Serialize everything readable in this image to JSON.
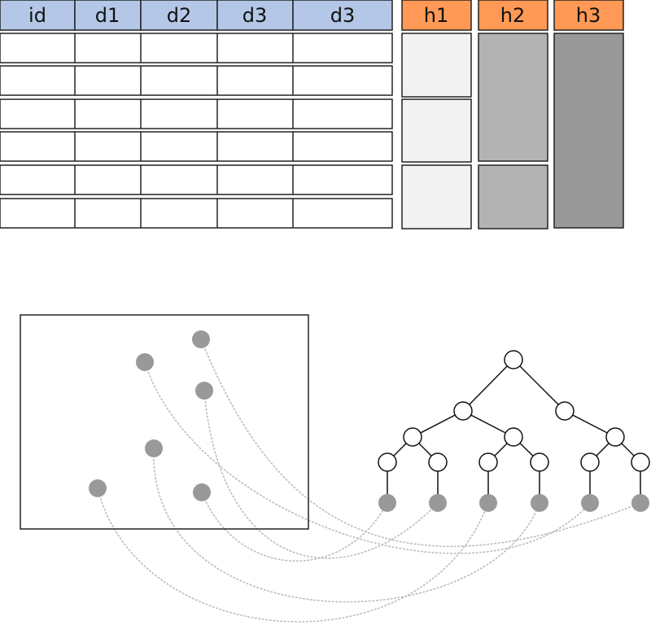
{
  "data_table": {
    "columns": [
      "id",
      "d1",
      "d2",
      "d3",
      "d3"
    ],
    "header_color": "#b4c7e7",
    "row_count": 6
  },
  "hash_table": {
    "columns": [
      "h1",
      "h2",
      "h3"
    ],
    "header_color": "#ff9955",
    "columns_data": [
      {
        "fill": "#f2f2f2",
        "blocks": [
          1,
          1,
          1
        ]
      },
      {
        "fill": "#b3b3b3",
        "blocks": [
          2,
          1
        ]
      },
      {
        "fill": "#999999",
        "blocks": [
          3
        ]
      }
    ]
  },
  "point_cloud": {
    "point_color": "#999999",
    "points": 6
  },
  "tree": {
    "levels": 5,
    "leaf_color": "#999999",
    "node_color": "#ffffff",
    "link_color": "#bbbbbb"
  }
}
